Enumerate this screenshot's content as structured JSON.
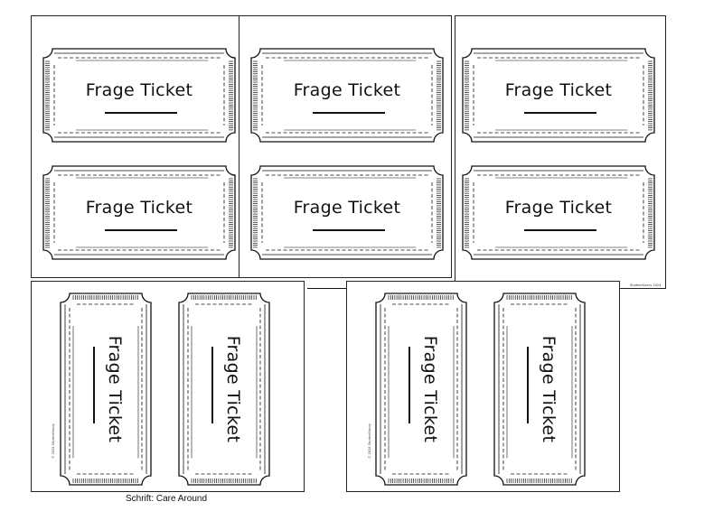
{
  "ticket_label": "Frage Ticket",
  "font_caption": "Schrift: Care Around",
  "copyright_note": "© 2024 StudentSavvy",
  "brand_note": "StudentSavvy 2024"
}
